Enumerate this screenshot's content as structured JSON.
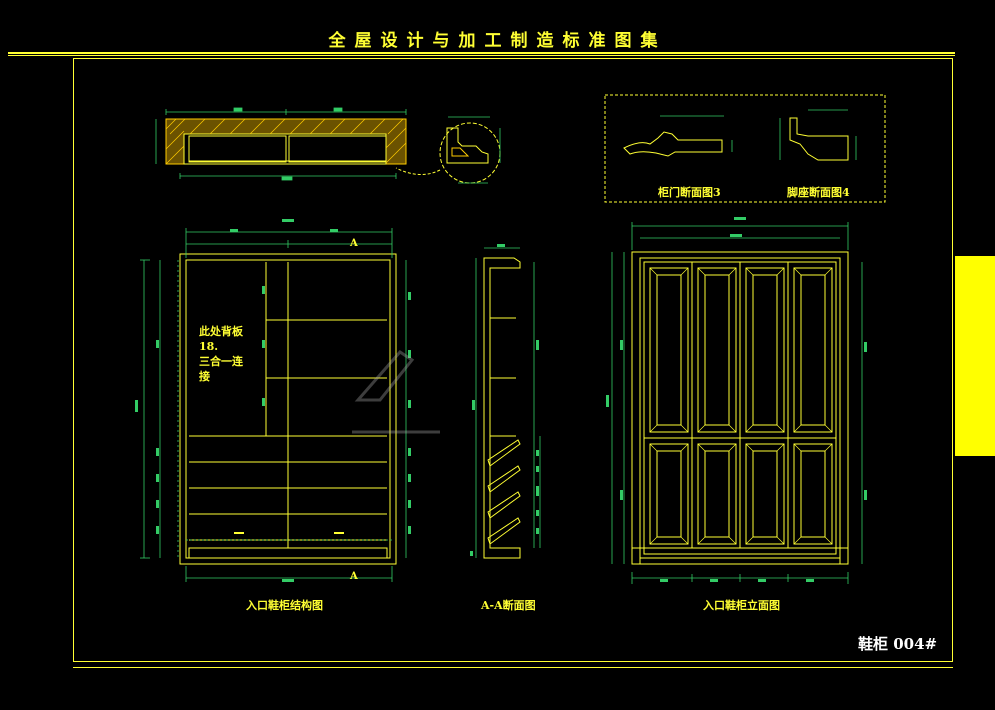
{
  "sheet": {
    "title": "全屋设计与加工制造标准图集",
    "drawing_number": "鞋柜 004#"
  },
  "captions": {
    "structure": "入口鞋柜结构图",
    "section": "A-A断面图",
    "elevation": "入口鞋柜立面图",
    "door_section": "柜门断面图3",
    "crown_section": "脚座断面图4"
  },
  "notes": {
    "line1": "此处背板",
    "line2": "18.",
    "line3": "三合一连",
    "line4": "接"
  },
  "section_marks": {
    "top": "A",
    "bottom": "A"
  },
  "colors": {
    "background": "#000000",
    "outline": "#ffff33",
    "dimension": "#33cc66",
    "hatch": "#ffcc00",
    "tab": "#ffff00",
    "label": "#ffffff"
  }
}
